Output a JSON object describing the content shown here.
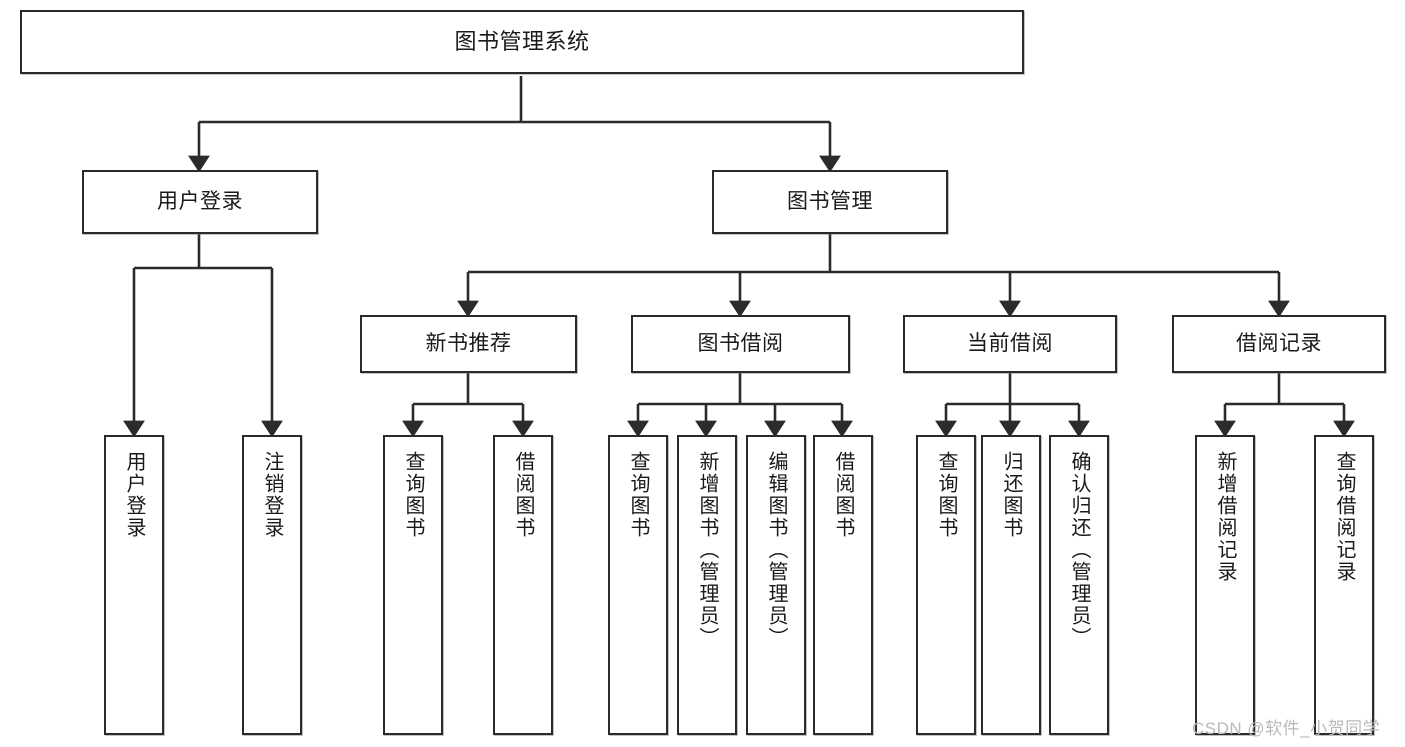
{
  "diagram": {
    "title": "图书管理系统",
    "type": "tree",
    "watermark": "CSDN @软件_小贺同学",
    "colors": {
      "background": "#ffffff",
      "node_border": "#2b2b2b",
      "node_fill": "#ffffff",
      "edge": "#2b2b2b",
      "text": "#1a1a1a",
      "watermark": "#b9b9b9"
    },
    "root": {
      "label": "图书管理系统"
    },
    "level2": [
      {
        "label": "用户登录"
      },
      {
        "label": "图书管理"
      }
    ],
    "level3": [
      {
        "label": "新书推荐"
      },
      {
        "label": "图书借阅"
      },
      {
        "label": "当前借阅"
      },
      {
        "label": "借阅记录"
      }
    ],
    "leaves": {
      "user_login": [
        {
          "label": "用户登录"
        },
        {
          "label": "注销登录"
        }
      ],
      "new_book_recommend": [
        {
          "label": "查询图书"
        },
        {
          "label": "借阅图书"
        }
      ],
      "book_borrow": [
        {
          "label": "查询图书"
        },
        {
          "label": "新增图书（管理员）"
        },
        {
          "label": "编辑图书（管理员）"
        },
        {
          "label": "借阅图书"
        }
      ],
      "current_borrow": [
        {
          "label": "查询图书"
        },
        {
          "label": "归还图书"
        },
        {
          "label": "确认归还（管理员）"
        }
      ],
      "borrow_record": [
        {
          "label": "新增借阅记录"
        },
        {
          "label": "查询借阅记录"
        }
      ]
    }
  }
}
